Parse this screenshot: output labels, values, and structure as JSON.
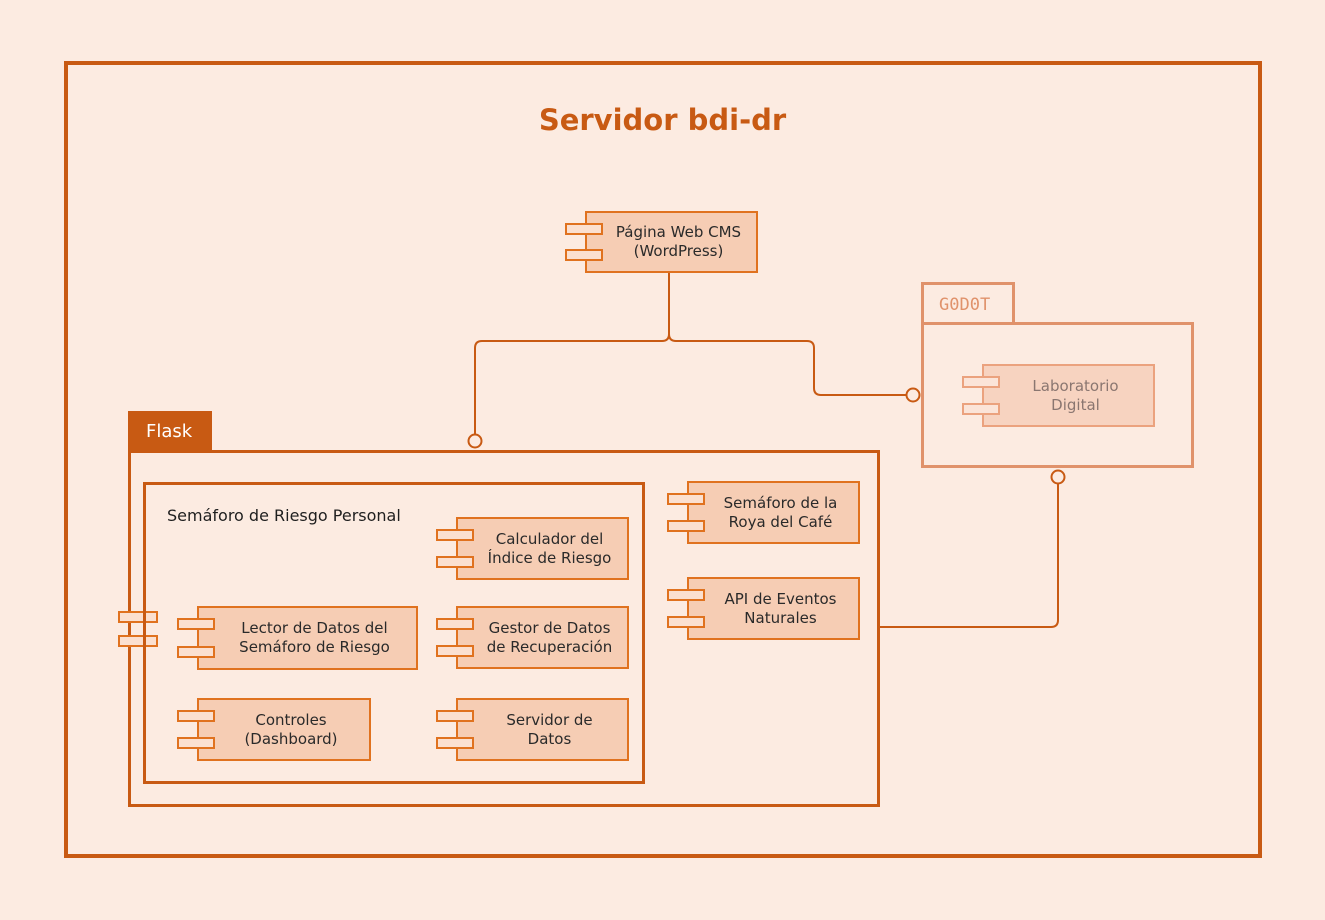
{
  "diagram": {
    "title": "Servidor bdi-dr",
    "flask": {
      "label": "Flask",
      "semaforo_personal": {
        "label": "Semáforo de Riesgo Personal",
        "components": [
          {
            "name": "Calculador del\nÍndice de Riesgo"
          },
          {
            "name": "Lector de Datos del\nSemáforo de Riesgo"
          },
          {
            "name": "Gestor de Datos\nde Recuperación"
          },
          {
            "name": "Controles\n(Dashboard)"
          },
          {
            "name": "Servidor de\nDatos"
          }
        ]
      },
      "components": [
        {
          "name": "Semáforo de la\nRoya del Café"
        },
        {
          "name": "API de Eventos\nNaturales"
        }
      ]
    },
    "cms": {
      "name": "Página Web CMS\n(WordPress)"
    },
    "godot": {
      "label": "G0D0T",
      "components": [
        {
          "name": "Laboratorio\nDigital"
        }
      ]
    }
  },
  "colors": {
    "background": "#fcebe1",
    "accent": "#c85a13",
    "component_fill": "#f6cdb4",
    "component_border": "#e0721f",
    "faded_border": "#e0926b"
  }
}
